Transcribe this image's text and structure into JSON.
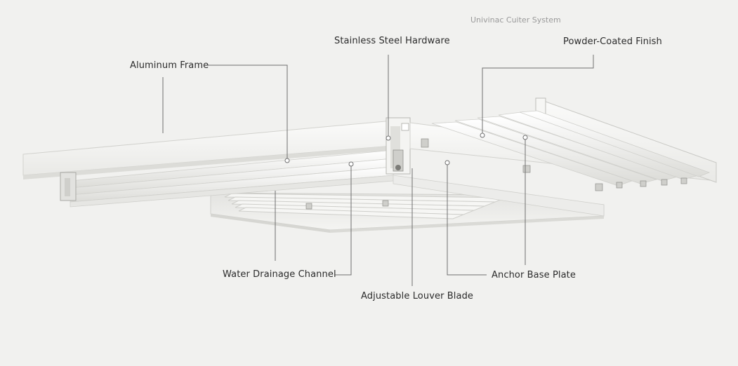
{
  "diagram": {
    "subtitle": "Univinac Cuiter System",
    "labels": {
      "aluminum_frame": "Aluminum Frame",
      "stainless_steel_hardware": "Stainless Steel Hardware",
      "powder_coated_finish": "Powder-Coated Finish",
      "water_drainage_channel": "Water Drainage Channel",
      "adjustable_louver_blade": "Adjustable Louver Blade",
      "anchor_base_plate": "Anchor Base Plate"
    },
    "colors": {
      "background": "#f1f1ef",
      "leader_line": "#6f6f6f",
      "frame_face": "#f7f7f5",
      "frame_shadow": "#d9d9d6"
    }
  }
}
